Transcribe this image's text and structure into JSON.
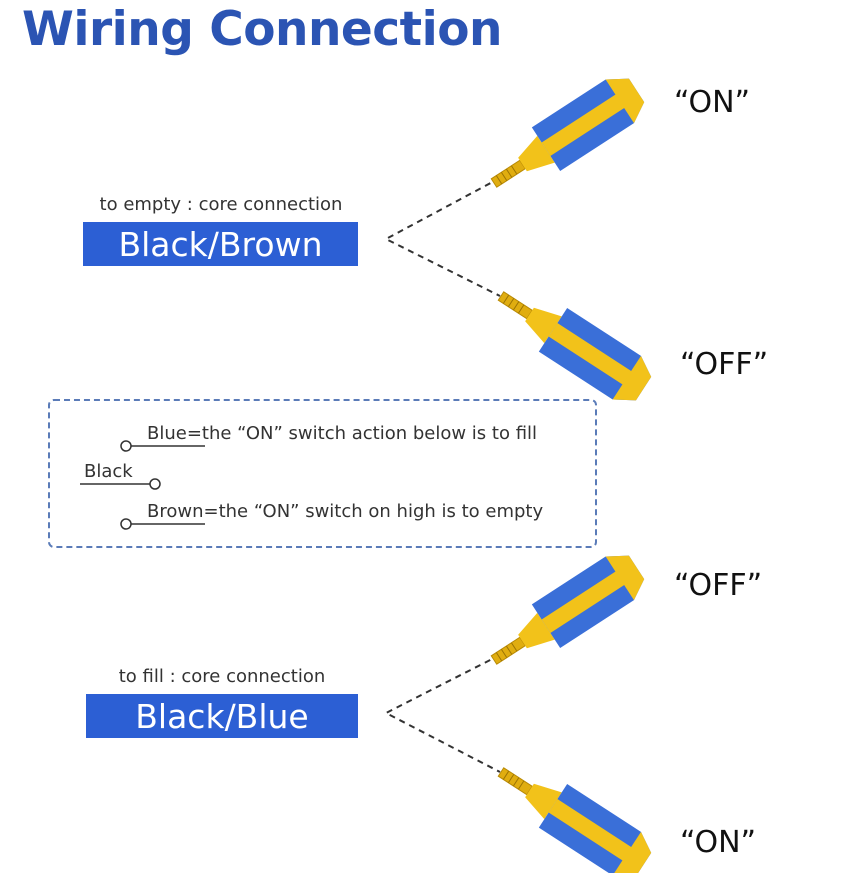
{
  "title": "Wiring Connection",
  "empty_section": {
    "caption": "to empty : core connection",
    "core": "Black/Brown",
    "upper_state": "“ON”",
    "lower_state": "“OFF”"
  },
  "legend": {
    "blue_line": "Blue=the “ON” switch action below is to fill",
    "black_line": "Black",
    "brown_line": "Brown=the “ON” switch on high is to empty"
  },
  "fill_section": {
    "caption": "to fill : core connection",
    "core": "Black/Blue",
    "upper_state": "“OFF”",
    "lower_state": "“ON”"
  },
  "colors": {
    "title": "#2b54b3",
    "core_box": "#2c5fd4",
    "float_blue": "#3a6fd8",
    "float_yellow": "#f2c21a",
    "legend_border": "#5a7bb8"
  }
}
